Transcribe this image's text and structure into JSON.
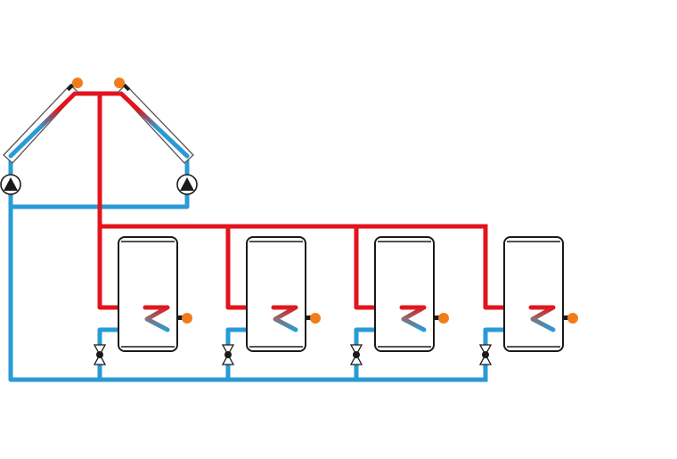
{
  "colors": {
    "hot": "#e3141b",
    "cold": "#2a9ad6",
    "sensor": "#f07d1a",
    "outline": "#1a1a1a",
    "background": "#ffffff"
  },
  "collectors": [
    {
      "id": "left",
      "icon": "solar-collector-icon"
    },
    {
      "id": "right",
      "icon": "solar-collector-icon"
    }
  ],
  "pumps": [
    {
      "id": "left",
      "icon": "pump-icon"
    },
    {
      "id": "right",
      "icon": "pump-icon"
    }
  ],
  "tanks": [
    {
      "id": 1,
      "icon": "storage-tank-icon"
    },
    {
      "id": 2,
      "icon": "storage-tank-icon"
    },
    {
      "id": 3,
      "icon": "storage-tank-icon"
    },
    {
      "id": 4,
      "icon": "storage-tank-icon"
    }
  ],
  "valves": [
    {
      "id": 1,
      "icon": "zone-valve-icon"
    },
    {
      "id": 2,
      "icon": "zone-valve-icon"
    },
    {
      "id": 3,
      "icon": "zone-valve-icon"
    },
    {
      "id": 4,
      "icon": "zone-valve-icon"
    }
  ]
}
